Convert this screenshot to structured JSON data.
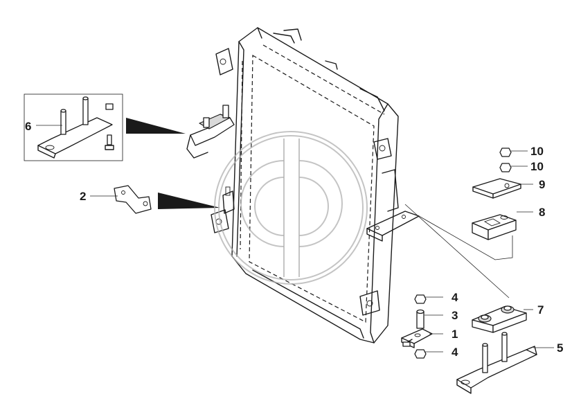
{
  "diagram": {
    "callouts": [
      {
        "id": "c1",
        "text": "1"
      },
      {
        "id": "c2",
        "text": "2"
      },
      {
        "id": "c3",
        "text": "3"
      },
      {
        "id": "c4a",
        "text": "4"
      },
      {
        "id": "c4b",
        "text": "4"
      },
      {
        "id": "c5",
        "text": "5"
      },
      {
        "id": "c6",
        "text": "6"
      },
      {
        "id": "c7",
        "text": "7"
      },
      {
        "id": "c8",
        "text": "8"
      },
      {
        "id": "c9",
        "text": "9"
      },
      {
        "id": "c10a",
        "text": "10"
      },
      {
        "id": "c10b",
        "text": "10"
      }
    ]
  },
  "colors": {
    "line": "#1a1a1a",
    "watermark": "#b0b0b0",
    "background": "#ffffff"
  }
}
